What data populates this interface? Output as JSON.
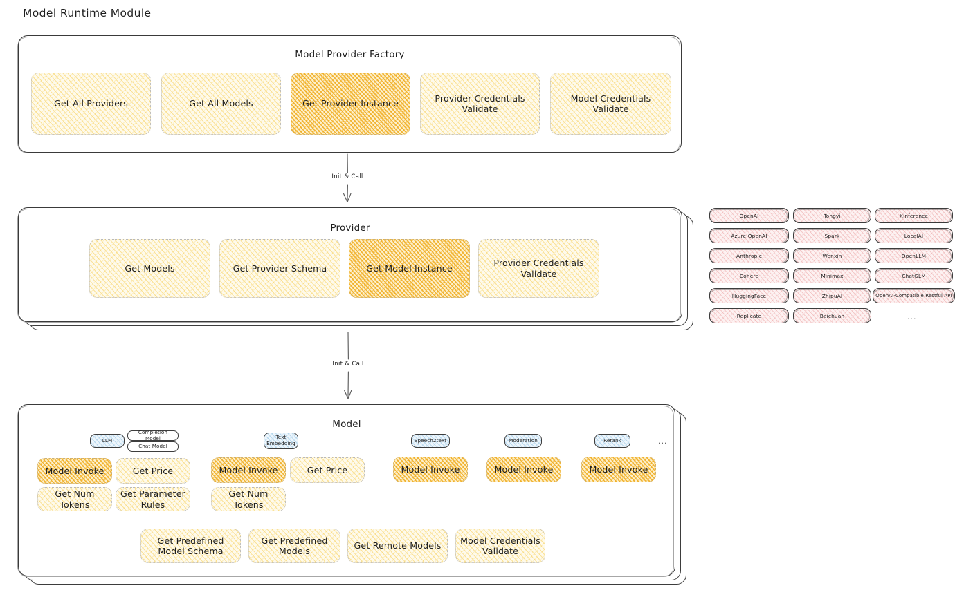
{
  "page": {
    "title": "Model Runtime Module"
  },
  "factory": {
    "title": "Model Provider Factory",
    "nodes": [
      {
        "label": "Get All Providers",
        "highlight": false
      },
      {
        "label": "Get All Models",
        "highlight": false
      },
      {
        "label": "Get Provider Instance",
        "highlight": true
      },
      {
        "label": "Provider Credentials Validate",
        "highlight": false
      },
      {
        "label": "Model Credentials Validate",
        "highlight": false
      }
    ]
  },
  "connectors": [
    {
      "label": "Init & Call"
    },
    {
      "label": "Init & Call"
    }
  ],
  "provider": {
    "title": "Provider",
    "nodes": [
      {
        "label": "Get Models",
        "highlight": false
      },
      {
        "label": "Get Provider Schema",
        "highlight": false
      },
      {
        "label": "Get Model Instance",
        "highlight": true
      },
      {
        "label": "Provider Credentials Validate",
        "highlight": false
      }
    ]
  },
  "provider_list": {
    "columns": [
      [
        "OpenAI",
        "Azure OpenAI",
        "Anthropic",
        "Cohere",
        "HuggingFace",
        "Replicate"
      ],
      [
        "Tongyi",
        "Spark",
        "Wenxin",
        "Minimax",
        "ZhipuAI",
        "Baichuan"
      ],
      [
        "Xinference",
        "LocalAI",
        "OpenLLM",
        "ChatGLM",
        "OpenAI-Compatible Restful API"
      ]
    ],
    "more": "..."
  },
  "model": {
    "title": "Model",
    "more": "...",
    "types": [
      {
        "name": "LLM",
        "subtags": [
          "Completion Model",
          "Chat Model"
        ],
        "methods": [
          {
            "label": "Model Invoke",
            "highlight": true
          },
          {
            "label": "Get Price",
            "highlight": false
          },
          {
            "label": "Get Num Tokens",
            "highlight": false
          },
          {
            "label": "Get Parameter Rules",
            "highlight": false
          }
        ]
      },
      {
        "name": "Text Embedding",
        "subtags": [],
        "methods": [
          {
            "label": "Model Invoke",
            "highlight": true
          },
          {
            "label": "Get Price",
            "highlight": false
          },
          {
            "label": "Get Num Tokens",
            "highlight": false
          }
        ]
      },
      {
        "name": "Speech2text",
        "subtags": [],
        "methods": [
          {
            "label": "Model Invoke",
            "highlight": true
          }
        ]
      },
      {
        "name": "Moderation",
        "subtags": [],
        "methods": [
          {
            "label": "Model Invoke",
            "highlight": true
          }
        ]
      },
      {
        "name": "Rerank",
        "subtags": [],
        "methods": [
          {
            "label": "Model Invoke",
            "highlight": true
          }
        ]
      }
    ],
    "shared_methods": [
      {
        "label": "Get Predefined Model Schema"
      },
      {
        "label": "Get Predefined Models"
      },
      {
        "label": "Get Remote Models"
      },
      {
        "label": "Model Credentials Validate"
      }
    ]
  },
  "colors": {
    "highlight_fill": "#f0b028",
    "light_fill": "#fefaec",
    "provider_fill": "#fdf2f2",
    "model_type_fill": "#eef6fc",
    "stroke": "#3d3d3d"
  }
}
